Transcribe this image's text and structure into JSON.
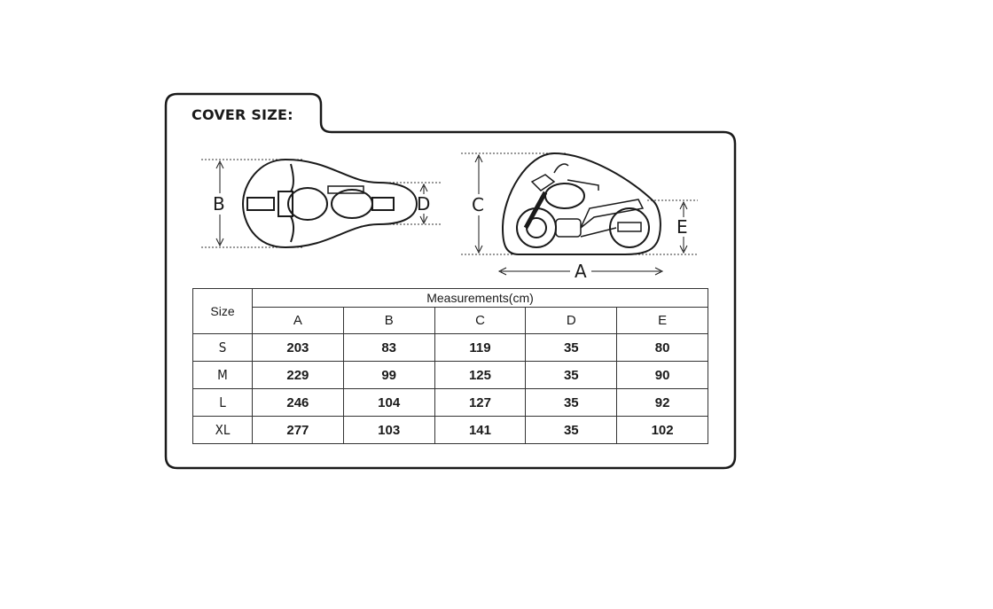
{
  "title": "COVER SIZE:",
  "diagram": {
    "labels": {
      "a": "A",
      "b": "B",
      "c": "C",
      "d": "D",
      "e": "E"
    }
  },
  "table": {
    "size_header": "Size",
    "measure_header": "Measurements(cm)",
    "columns": [
      "A",
      "B",
      "C",
      "D",
      "E"
    ],
    "rows": [
      {
        "size": "S",
        "values": [
          "203",
          "83",
          "119",
          "35",
          "80"
        ]
      },
      {
        "size": "M",
        "values": [
          "229",
          "99",
          "125",
          "35",
          "90"
        ]
      },
      {
        "size": "L",
        "values": [
          "246",
          "104",
          "127",
          "35",
          "92"
        ]
      },
      {
        "size": "XL",
        "values": [
          "277",
          "103",
          "141",
          "35",
          "102"
        ]
      }
    ]
  }
}
